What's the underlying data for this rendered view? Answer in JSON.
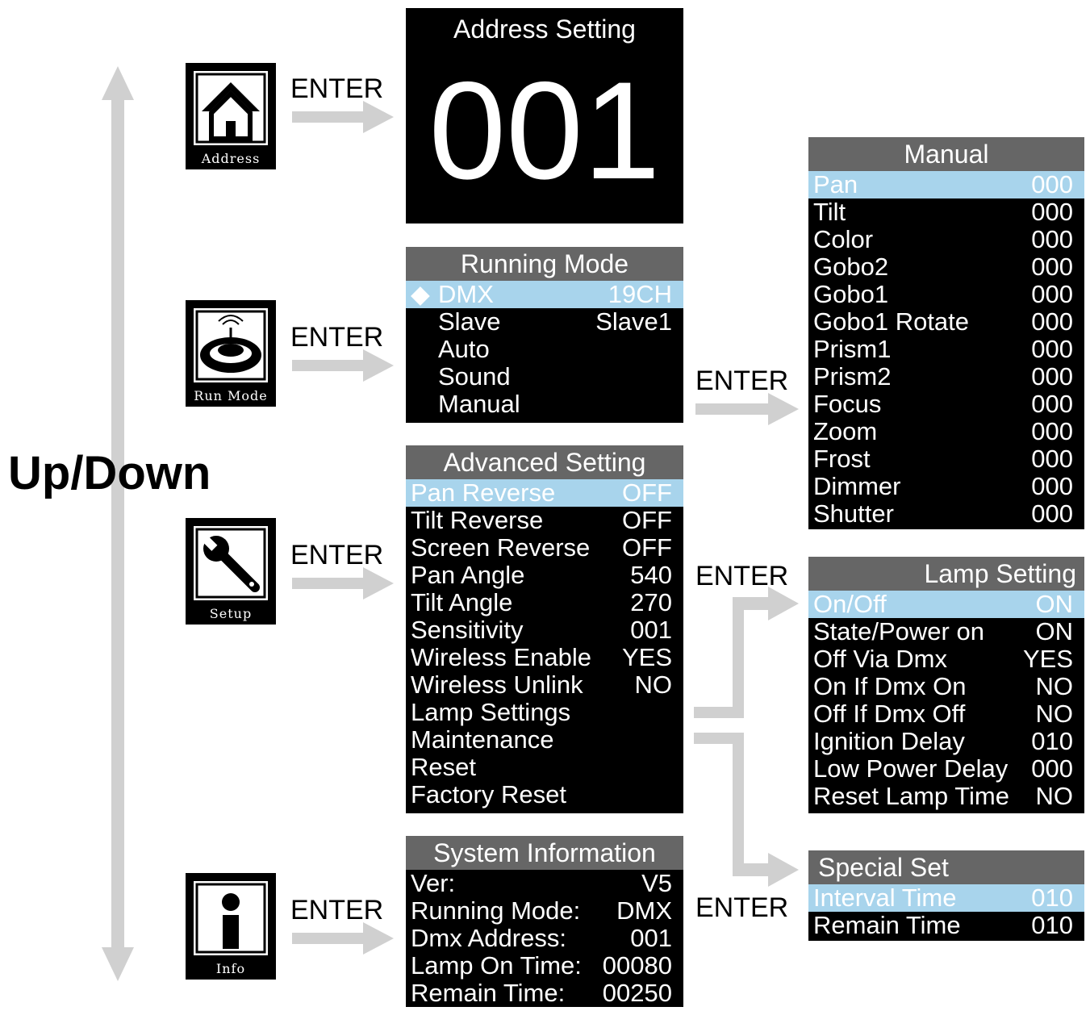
{
  "nav_label": "Up/Down",
  "enter_label": "ENTER",
  "icons": {
    "address": {
      "caption": "Address",
      "icon": "house-icon"
    },
    "run_mode": {
      "caption": "Run Mode",
      "icon": "satellite-dish-icon"
    },
    "setup": {
      "caption": "Setup",
      "icon": "wrench-icon"
    },
    "info": {
      "caption": "Info",
      "icon": "info-icon"
    }
  },
  "address_setting": {
    "title": "Address Setting",
    "value": "001"
  },
  "running_mode": {
    "title": "Running Mode",
    "selected_marker": "◆",
    "items": [
      {
        "label": "DMX",
        "value": "19CH"
      },
      {
        "label": "Slave",
        "value": "Slave1"
      },
      {
        "label": "Auto",
        "value": ""
      },
      {
        "label": "Sound",
        "value": ""
      },
      {
        "label": "Manual",
        "value": ""
      }
    ]
  },
  "advanced_setting": {
    "title": "Advanced Setting",
    "items": [
      {
        "label": "Pan Reverse",
        "value": "OFF"
      },
      {
        "label": "Tilt Reverse",
        "value": "OFF"
      },
      {
        "label": "Screen Reverse",
        "value": "OFF"
      },
      {
        "label": "Pan Angle",
        "value": "540"
      },
      {
        "label": "Tilt Angle",
        "value": "270"
      },
      {
        "label": "Sensitivity",
        "value": "001"
      },
      {
        "label": "Wireless Enable",
        "value": "YES"
      },
      {
        "label": "Wireless Unlink",
        "value": "NO"
      },
      {
        "label": "Lamp Settings",
        "value": ""
      },
      {
        "label": "Maintenance",
        "value": ""
      },
      {
        "label": "Reset",
        "value": ""
      },
      {
        "label": "Factory Reset",
        "value": ""
      }
    ]
  },
  "system_information": {
    "title": "System Information",
    "items": [
      {
        "label": "Ver:",
        "value": "V5"
      },
      {
        "label": "Running Mode:",
        "value": "DMX"
      },
      {
        "label": "Dmx Address:",
        "value": "001"
      },
      {
        "label": "Lamp On Time:",
        "value": "00080"
      },
      {
        "label": "Remain Time:",
        "value": "00250"
      }
    ]
  },
  "manual": {
    "title": "Manual",
    "items": [
      {
        "label": "Pan",
        "value": "000"
      },
      {
        "label": "Tilt",
        "value": "000"
      },
      {
        "label": "Color",
        "value": "000"
      },
      {
        "label": "Gobo2",
        "value": "000"
      },
      {
        "label": "Gobo1",
        "value": "000"
      },
      {
        "label": "Gobo1 Rotate",
        "value": "000"
      },
      {
        "label": "Prism1",
        "value": "000"
      },
      {
        "label": "Prism2",
        "value": "000"
      },
      {
        "label": "Focus",
        "value": "000"
      },
      {
        "label": "Zoom",
        "value": "000"
      },
      {
        "label": "Frost",
        "value": "000"
      },
      {
        "label": "Dimmer",
        "value": "000"
      },
      {
        "label": "Shutter",
        "value": "000"
      }
    ]
  },
  "lamp_setting": {
    "title": "Lamp Setting",
    "items": [
      {
        "label": "On/Off",
        "value": "ON"
      },
      {
        "label": "State/Power on",
        "value": "ON"
      },
      {
        "label": "Off Via Dmx",
        "value": "YES"
      },
      {
        "label": "On If Dmx On",
        "value": "NO"
      },
      {
        "label": "Off If Dmx Off",
        "value": "NO"
      },
      {
        "label": "Ignition Delay",
        "value": "010"
      },
      {
        "label": "Low Power Delay",
        "value": "000"
      },
      {
        "label": "Reset Lamp Time",
        "value": "NO"
      }
    ]
  },
  "special_set": {
    "title": "Special Set",
    "items": [
      {
        "label": "Interval Time",
        "value": "010"
      },
      {
        "label": "Remain Time",
        "value": "010"
      }
    ]
  },
  "colors": {
    "highlight": "#a8d4ec",
    "title_bar": "#666666",
    "arrow": "#d0d0d0"
  }
}
